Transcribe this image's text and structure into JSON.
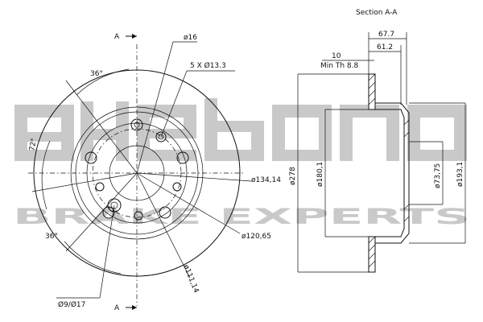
{
  "section_title": "Section A-A",
  "section_marker": "A",
  "watermark": {
    "logo_text": "akebono",
    "tagline": "BRAKE EXPERTS"
  },
  "front_view_labels": {
    "hub_hole": "ø16",
    "bolt_holes": "5 X Ø13.3",
    "bolt_circle": "ø134,14",
    "pitch_diameter": "ø120,65",
    "hub_diameter": "ø111,14",
    "angle_top": "36°",
    "angle_left": "72°",
    "angle_bottom": "36°",
    "small_holes": "Ø9/Ø17"
  },
  "section_view_labels": {
    "overall_width": "67.7",
    "hat_height": "61.2",
    "thickness": "10",
    "min_thickness": "Min Th 8.8",
    "outer_diameter": "ø278",
    "inner_diameter": "ø180,1",
    "center_bore": "ø73,75",
    "hat_diameter": "ø193,1"
  }
}
